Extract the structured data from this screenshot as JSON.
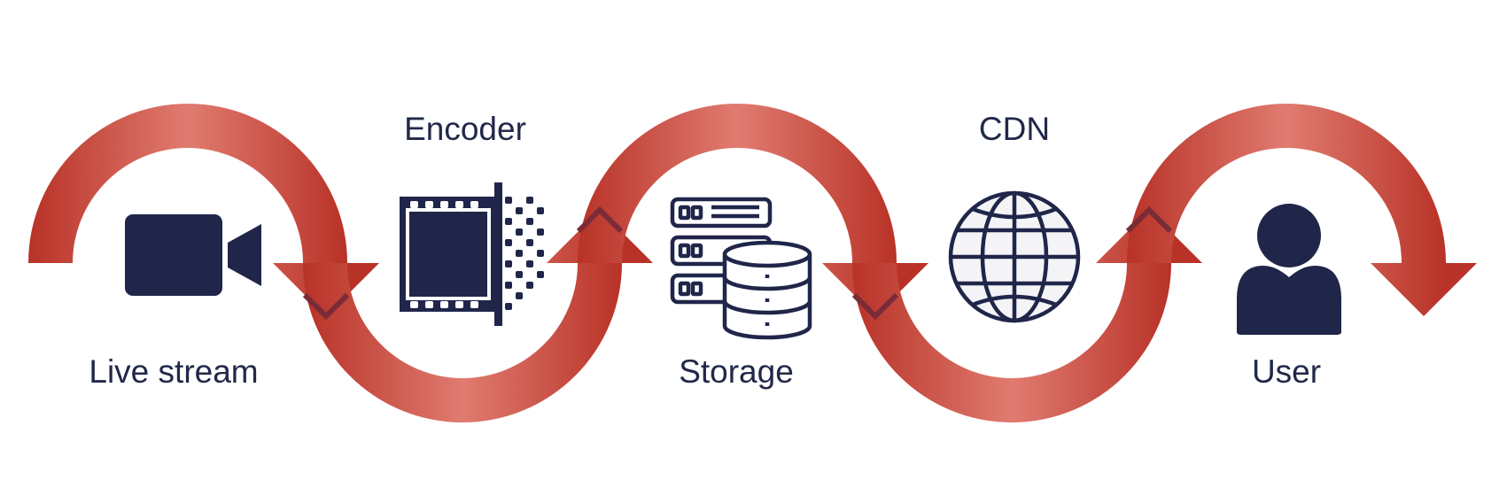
{
  "diagram": {
    "title": "",
    "colors": {
      "arrow_dark": "#b83227",
      "arrow_light": "#e07b70",
      "arrow_shadow": "#7a2b37",
      "icon": "#20264a",
      "label": "#222849"
    },
    "stages": [
      {
        "label": "Live stream",
        "icon": "video-camera-icon"
      },
      {
        "label": "Encoder",
        "icon": "film-strip-encoder-icon"
      },
      {
        "label": "Storage",
        "icon": "server-database-icon"
      },
      {
        "label": "CDN",
        "icon": "globe-icon"
      },
      {
        "label": "User",
        "icon": "user-icon"
      }
    ]
  }
}
